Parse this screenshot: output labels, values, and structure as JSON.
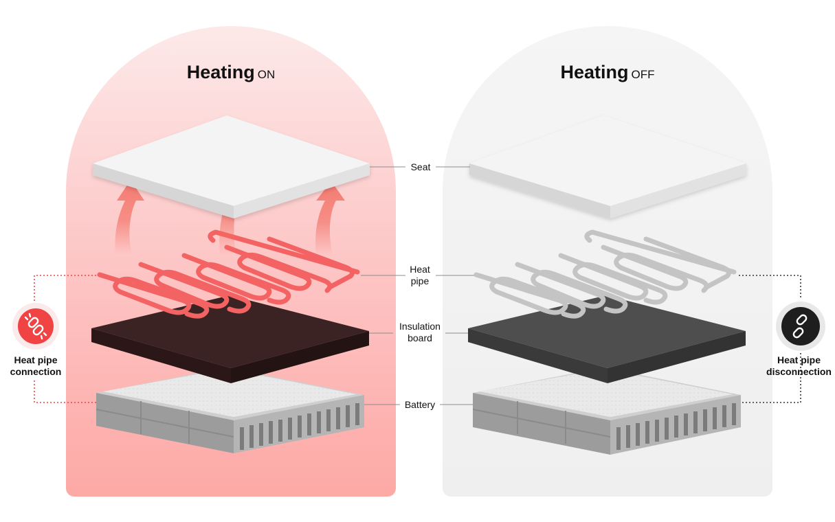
{
  "panels": {
    "on": {
      "title": "Heating",
      "state": "ON"
    },
    "off": {
      "title": "Heating",
      "state": "OFF"
    }
  },
  "labels": {
    "seat": "Seat",
    "heat_pipe_line1": "Heat",
    "heat_pipe_line2": "pipe",
    "insulation_line1": "Insulation",
    "insulation_line2": "board",
    "battery": "Battery"
  },
  "badges": {
    "connection": {
      "line1": "Heat pipe",
      "line2": "connection",
      "icon": "link-icon",
      "color": "#f04343"
    },
    "disconnection": {
      "line1": "Heat pipe",
      "line2": "disconnection",
      "icon": "broken-link-icon",
      "color": "#1e1e1e"
    }
  },
  "colors": {
    "hot_pipe": "#f46363",
    "cold_pipe": "#bdbdbd",
    "insulation_on": "#442a2a",
    "insulation_off": "#4e4e4e",
    "heat_arrow": "#f26b5f"
  }
}
